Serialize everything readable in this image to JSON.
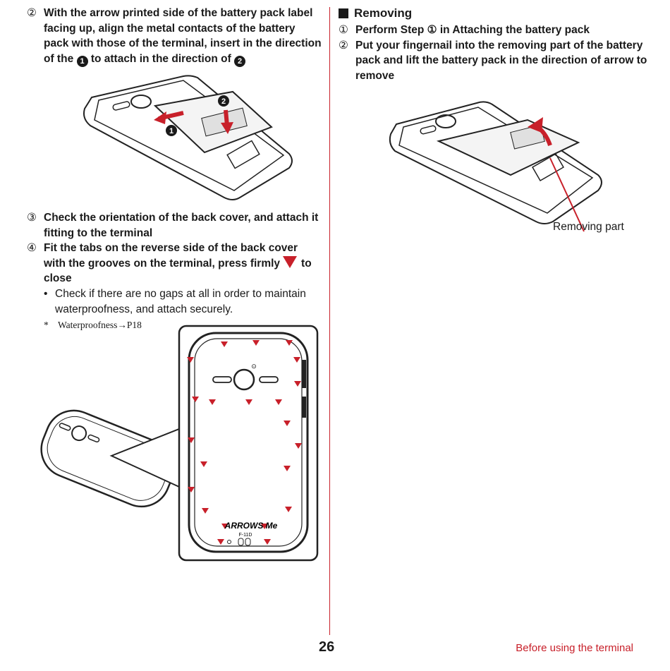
{
  "left": {
    "step2": {
      "num": "②",
      "pre": "With the arrow printed side of the battery pack label facing up, align the metal contacts of the battery pack with those of the terminal, insert in the direction of the",
      "badge1": "1",
      "mid": "to attach in the direction of",
      "badge2": "2"
    },
    "step3": {
      "num": "③",
      "text": "Check the orientation of the back cover, and attach it fitting to the terminal"
    },
    "step4": {
      "num": "④",
      "pre": "Fit the tabs on the reverse side of the back cover with the grooves on the terminal, press firmly",
      "post": "to close"
    },
    "bullet": {
      "mark": "•",
      "text": "Check if there are no gaps at all in order to maintain waterproofness, and attach securely."
    },
    "note": {
      "mark": "*",
      "text": "Waterproofness→P18"
    },
    "fig1_labels": {
      "a": "2",
      "b": "1"
    },
    "back_cover": {
      "brand": "ARROWS Me",
      "model": "F-11D"
    }
  },
  "right": {
    "heading": "Removing",
    "step1": {
      "num": "①",
      "text": "Perform Step ① in Attaching the battery pack"
    },
    "step2": {
      "num": "②",
      "text": "Put your fingernail into the removing part of the battery pack and lift the battery pack in the direction of arrow to remove"
    },
    "callout": "Removing part"
  },
  "footer": {
    "page": "26",
    "section": "Before using the terminal"
  },
  "colors": {
    "accent": "#c8202a",
    "text": "#1a1a1a"
  }
}
